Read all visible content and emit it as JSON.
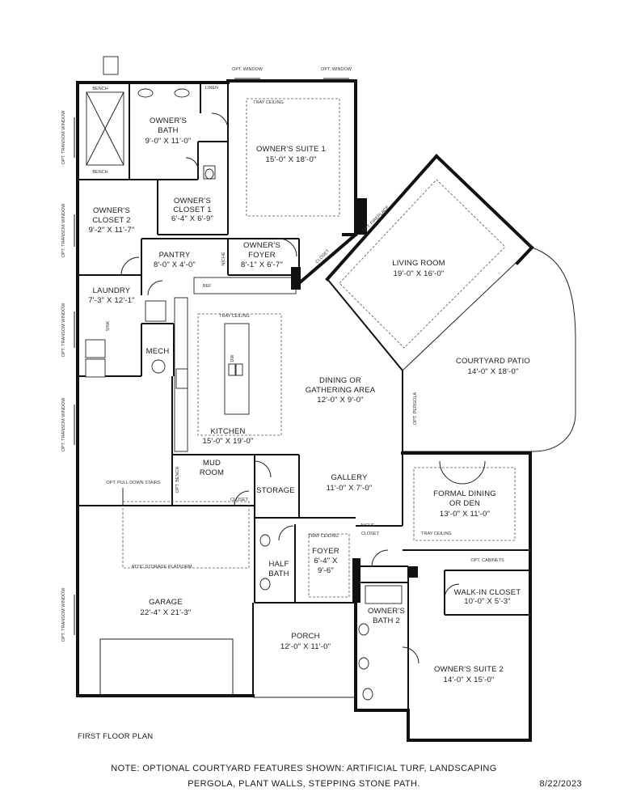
{
  "plan_title": "FIRST FLOOR PLAN",
  "note": {
    "line1": "NOTE: OPTIONAL COURTYARD FEATURES SHOWN: ARTIFICIAL TURF, LANDSCAPING",
    "line2": "PERGOLA, PLANT WALLS, STEPPING STONE PATH.",
    "date": "8/22/2023"
  },
  "rooms": {
    "owners_bath": {
      "name": "OWNER'S",
      "name2": "BATH",
      "size": "9'-0\" X 11'-0\""
    },
    "owners_suite_1": {
      "name": "OWNER'S SUITE 1",
      "size": "15'-0\" X 18'-0\""
    },
    "owners_closet_1": {
      "name": "OWNER'S",
      "name2": "CLOSET 1",
      "size": "6'-4\" X 6'-9\""
    },
    "owners_closet_2": {
      "name": "OWNER'S",
      "name2": "CLOSET 2",
      "size": "9'-2\" X 11'-7\""
    },
    "pantry": {
      "name": "PANTRY",
      "size": "8'-0\" X 4'-0\""
    },
    "owners_foyer": {
      "name": "OWNER'S",
      "name2": "FOYER",
      "size": "8'-1\" X 6'-7\""
    },
    "living_room": {
      "name": "LIVING ROOM",
      "size": "19'-0\" X 16'-0\""
    },
    "laundry": {
      "name": "LAUNDRY",
      "size": "7'-3\" X 12'-1\""
    },
    "mech": {
      "name": "MECH"
    },
    "dining_gathering": {
      "name": "DINING OR",
      "name2": "GATHERING AREA",
      "size": "12'-0\" X 9'-0\""
    },
    "courtyard_patio": {
      "name": "COURTYARD PATIO",
      "size": "14'-0\" X 18'-0\""
    },
    "kitchen": {
      "name": "KITCHEN",
      "size": "15'-0\" X 19'-0\""
    },
    "mud_room": {
      "name": "MUD",
      "name2": "ROOM"
    },
    "storage": {
      "name": "STORAGE"
    },
    "gallery": {
      "name": "GALLERY",
      "size": "11'-0\" X 7'-0\""
    },
    "formal_dining": {
      "name": "FORMAL DINING",
      "name2": "OR DEN",
      "size": "13'-0\" X 11'-0\""
    },
    "foyer": {
      "name": "FOYER",
      "size": "6'-4\" X",
      "size2": "9'-6\""
    },
    "half_bath": {
      "name": "HALF",
      "name2": "BATH"
    },
    "garage": {
      "name": "GARAGE",
      "size": "22'-4\" X 21'-3\""
    },
    "porch": {
      "name": "PORCH",
      "size": "12'-0\" X 11'-0\""
    },
    "owners_bath_2": {
      "name": "OWNER'S",
      "name2": "BATH 2"
    },
    "walk_in_closet": {
      "name": "WALK-IN CLOSET",
      "size": "10'-0\" X 5'-3\""
    },
    "owners_suite_2": {
      "name": "OWNER'S SUITE 2",
      "size": "14'-0\" X 15'-0\""
    }
  },
  "annotations": {
    "bench_top": "BENCH",
    "bench_bottom": "BENCH",
    "linen": "LINEN",
    "tray_ceiling": "TRAY CEILING",
    "opt_window": "OPT. WINDOW",
    "opt_transom": "OPT. TRANSOM WINDOW",
    "closet": "CLOSET",
    "niche": "NICHE",
    "ref": "REF",
    "opt_pull_down_stairs": "OPT. PULL DOWN STAIRS",
    "attic_storage": "ATTIC STORAGE PLATFORM",
    "opt_cabinets": "OPT. CABINETS",
    "opt_bench": "OPT. BENCH",
    "opt_pergola": "OPT. PERGOLA",
    "opt_fireplace": "OPT. FIREPLACE",
    "sink": "SINK",
    "dw": "DW"
  }
}
